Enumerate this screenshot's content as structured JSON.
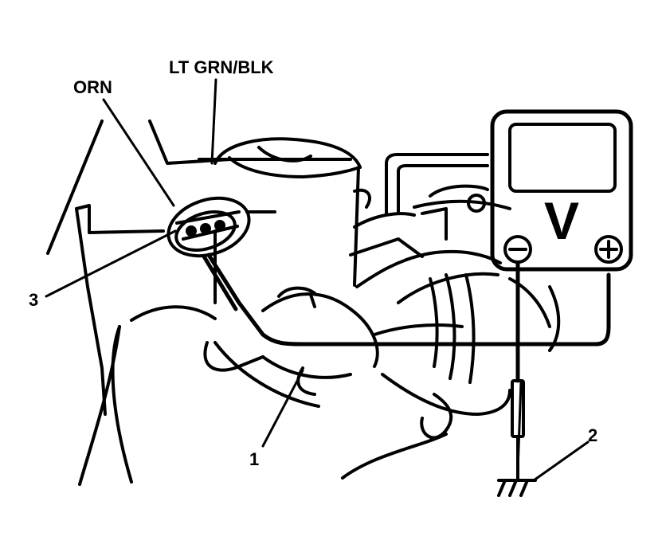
{
  "labels": {
    "wire_a": "LT GRN/BLK",
    "wire_b": "ORN",
    "item_1": "1",
    "item_2": "2",
    "item_3": "3"
  },
  "meter": {
    "display_symbol": "V",
    "negative_symbol": "⊖",
    "positive_symbol": "⊕"
  },
  "colors": {
    "ink": "#000000",
    "paper": "#ffffff"
  }
}
